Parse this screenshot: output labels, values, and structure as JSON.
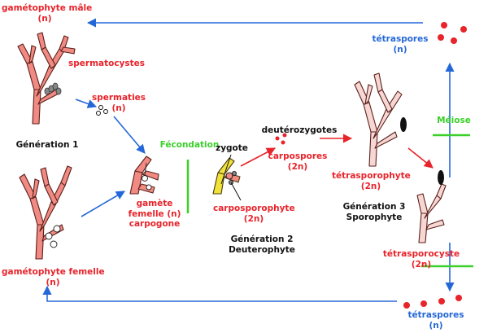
{
  "colors": {
    "red": "#e8232a",
    "blue": "#2468d8",
    "green": "#3bd02a",
    "black": "#111111",
    "algae_red": "#f08a82",
    "algae_pale": "#f6d7d4"
  },
  "labels": {
    "gametophyte_male": "gamétophyte mâle",
    "gametophyte_male_ploidy": "(n)",
    "spermatocystes": "spermatocystes",
    "spermaties": "spermaties",
    "spermaties_ploidy": "(n)",
    "generation1": "Génération 1",
    "fecondation": "Fécondation",
    "gamete_line1": "gamète",
    "gamete_line2": "femelle (n)",
    "gamete_line3": "carpogone",
    "gametophyte_female": "gamétophyte femelle",
    "gametophyte_female_ploidy": "(n)",
    "zygote": "zygote",
    "carposporophyte": "carposporophyte",
    "carposporophyte_ploidy": "(2n)",
    "generation2_line1": "Génération 2",
    "generation2_line2": "Deuterophyte",
    "deuterozygotes": "deutérozygotes",
    "carpospores": "carpospores",
    "carpospores_ploidy": "(2n)",
    "tetrasporophyte": "tétrasporophyte",
    "tetrasporophyte_ploidy": "(2n)",
    "generation3_line1": "Génération 3",
    "generation3_line2": "Sporophyte",
    "tetraspores_top": "tétraspores",
    "tetraspores_top_ploidy": "(n)",
    "meiose": "Méiose",
    "tetrasporocyste": "tétrasporocyste",
    "tetrasporocyste_ploidy": "(2n)",
    "tetraspores_bottom": "tétraspores",
    "tetraspores_bottom_ploidy": "(n)"
  }
}
